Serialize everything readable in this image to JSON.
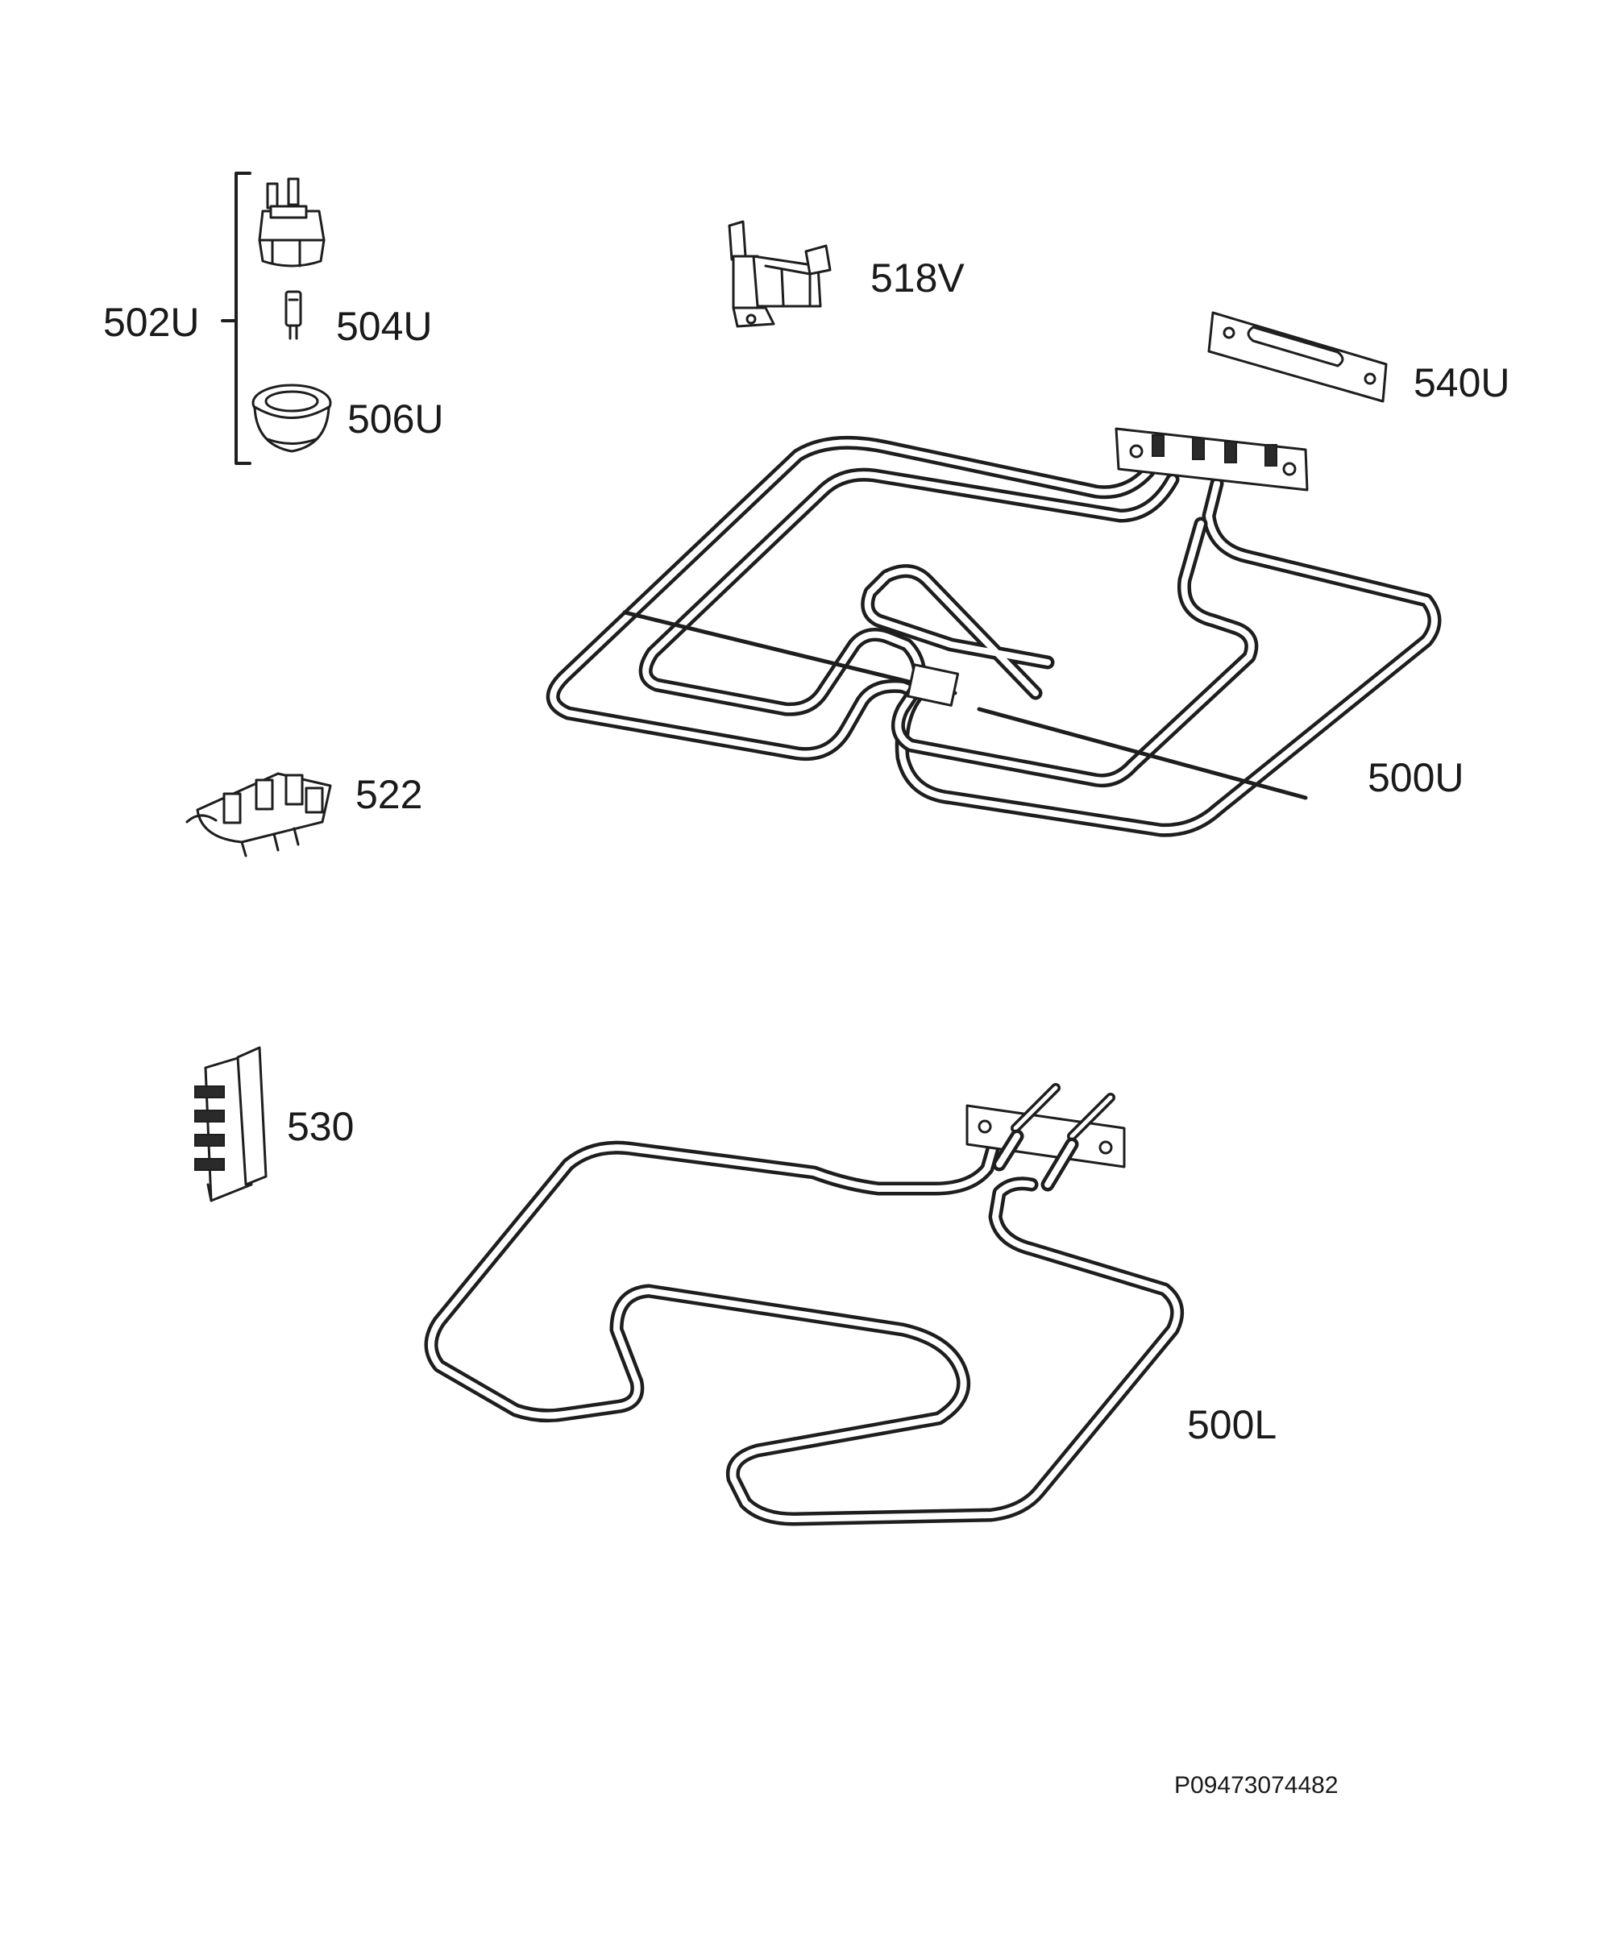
{
  "parts": [
    {
      "id": "p502u",
      "label": "502U",
      "icon": "lamp-assembly-bracket-icon"
    },
    {
      "id": "p504u",
      "label": "504U",
      "icon": "lamp-bulb-icon"
    },
    {
      "id": "p506u",
      "label": "506U",
      "icon": "lamp-cover-glass-icon"
    },
    {
      "id": "p518v",
      "label": "518V",
      "icon": "thermostat-icon"
    },
    {
      "id": "p540u",
      "label": "540U",
      "icon": "gasket-icon"
    },
    {
      "id": "p500u",
      "label": "500U",
      "icon": "upper-heating-element-icon"
    },
    {
      "id": "p522",
      "label": "522",
      "icon": "terminal-block-icon"
    },
    {
      "id": "p530",
      "label": "530",
      "icon": "connector-strip-icon"
    },
    {
      "id": "p500l",
      "label": "500L",
      "icon": "lower-heating-element-icon"
    }
  ],
  "document_code": "P09473074482"
}
